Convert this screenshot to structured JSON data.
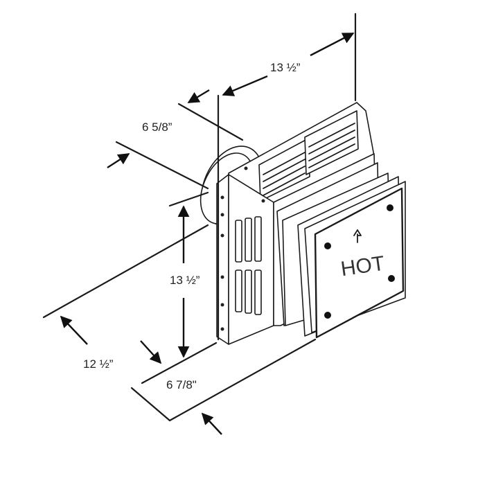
{
  "dimensions": {
    "top_width": "13 ½”",
    "depth_top": "6 5/8”",
    "height": "13 ½”",
    "base_length": "12 ½”",
    "base_depth": "6 7/8\""
  },
  "plate_label": "HOT"
}
